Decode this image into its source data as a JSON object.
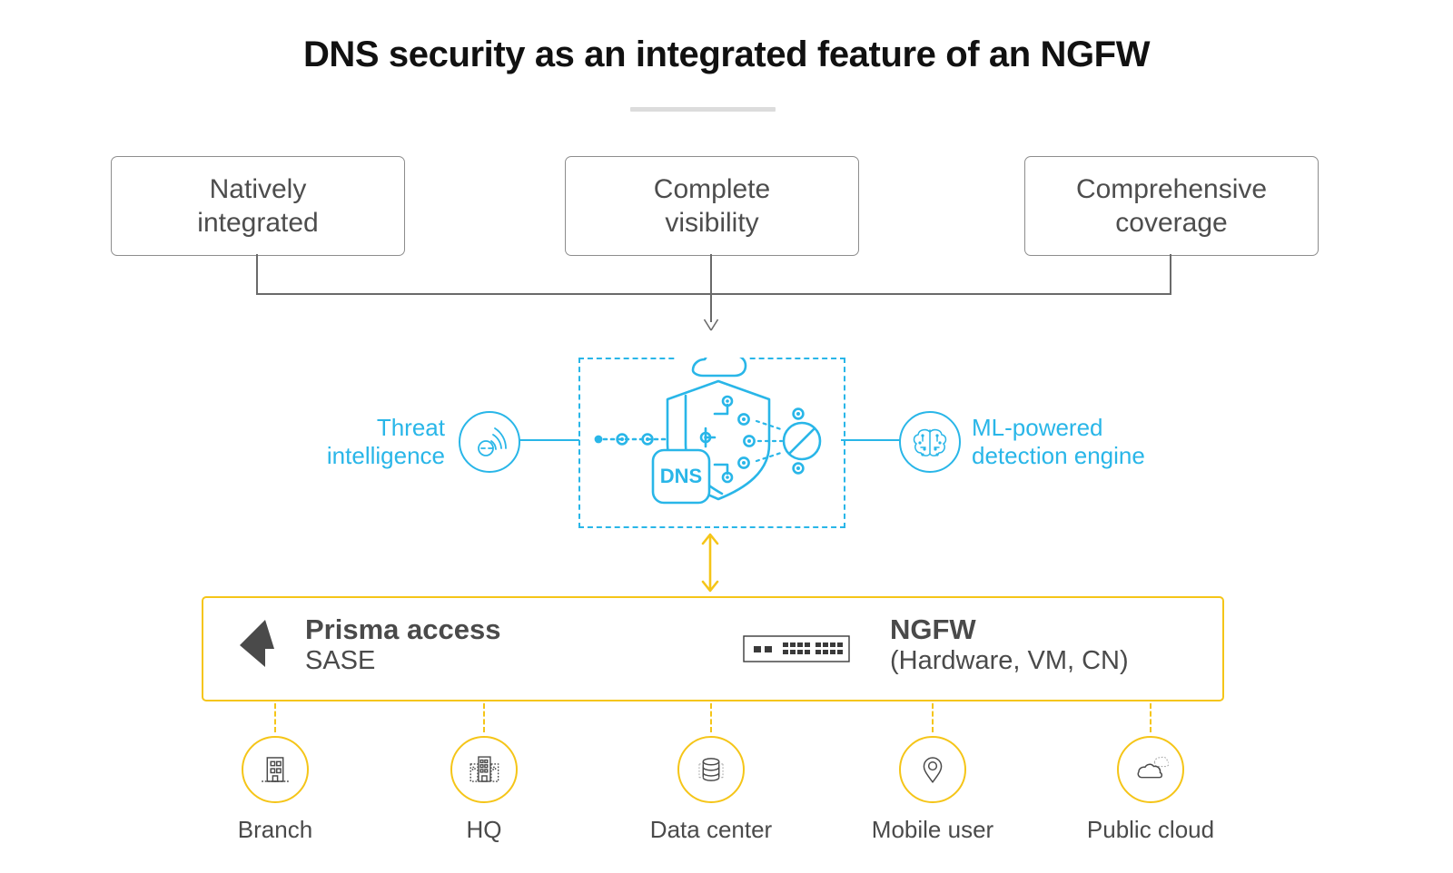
{
  "title": "DNS security as an integrated feature of an NGFW",
  "colors": {
    "accent_blue": "#29b6e8",
    "accent_yellow": "#f5c518",
    "text_gray": "#4a4a4a",
    "border_gray": "#8d8d8d",
    "rule_gray": "#dcdcdc"
  },
  "pillars": [
    {
      "line1": "Natively",
      "line2": "integrated"
    },
    {
      "line1": "Complete",
      "line2": "visibility"
    },
    {
      "line1": "Comprehensive",
      "line2": "coverage"
    }
  ],
  "engine": {
    "badge_label": "DNS",
    "icons": [
      "cloud-icon",
      "dns-shield-icon",
      "blocked-icon",
      "circuit-nodes-icon"
    ],
    "left_node": {
      "label_line1": "Threat",
      "label_line2": "intelligence",
      "icon": "threat-radar-icon"
    },
    "right_node": {
      "label_line1": "ML-powered",
      "label_line2": "detection engine",
      "icon": "brain-icon"
    }
  },
  "platform": {
    "prisma": {
      "name": "Prisma access",
      "subtitle": "SASE",
      "icon": "prisma-logo-icon"
    },
    "ngfw": {
      "name": "NGFW",
      "subtitle": "(Hardware, VM, CN)",
      "icon": "firewall-appliance-icon"
    }
  },
  "endpoints": [
    {
      "label": "Branch",
      "icon": "office-building-icon"
    },
    {
      "label": "HQ",
      "icon": "hq-building-icon"
    },
    {
      "label": "Data center",
      "icon": "database-icon"
    },
    {
      "label": "Mobile user",
      "icon": "location-pin-icon"
    },
    {
      "label": "Public cloud",
      "icon": "clouds-icon"
    }
  ]
}
